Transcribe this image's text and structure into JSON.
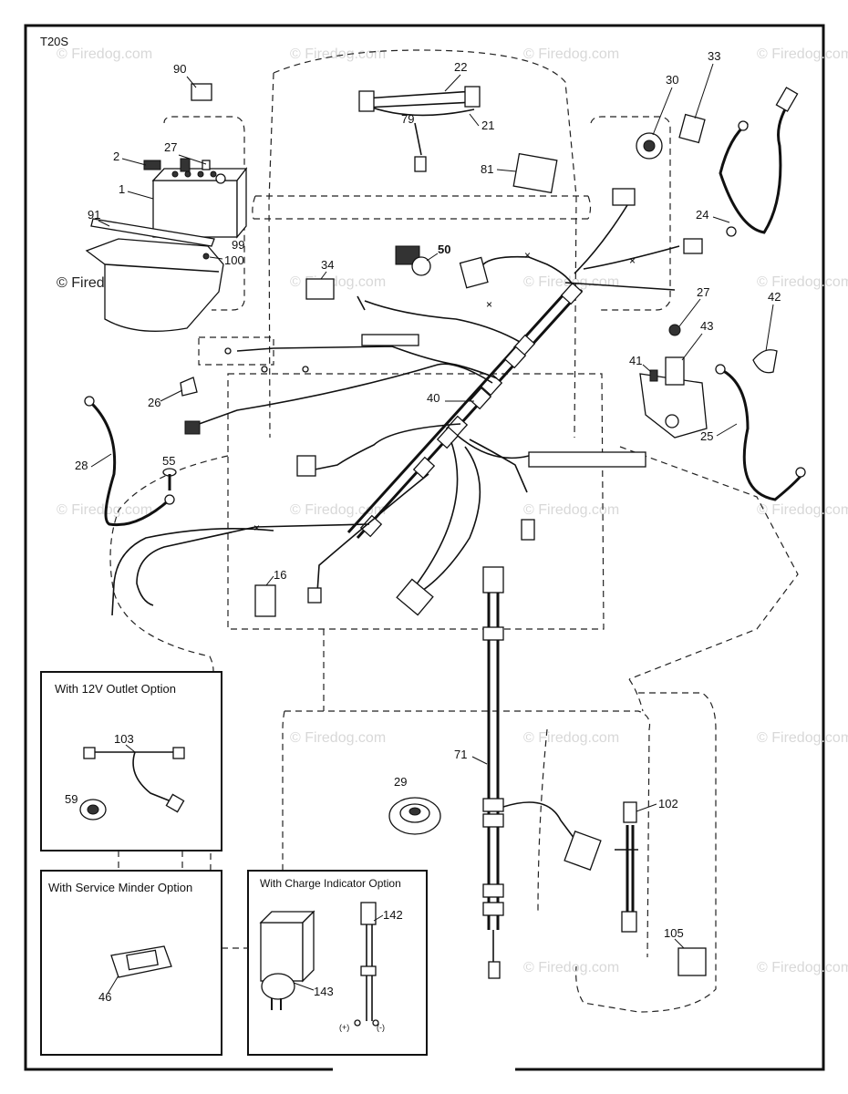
{
  "diagram_code": "T20S",
  "watermark_text": "© Firedog.com",
  "parts": [
    {
      "id": "90"
    },
    {
      "id": "22"
    },
    {
      "id": "30"
    },
    {
      "id": "33"
    },
    {
      "id": "79"
    },
    {
      "id": "21"
    },
    {
      "id": "2"
    },
    {
      "id": "27a",
      "label": "27"
    },
    {
      "id": "1"
    },
    {
      "id": "81"
    },
    {
      "id": "91"
    },
    {
      "id": "99"
    },
    {
      "id": "100"
    },
    {
      "id": "24"
    },
    {
      "id": "34"
    },
    {
      "id": "50"
    },
    {
      "id": "42"
    },
    {
      "id": "27b",
      "label": "27"
    },
    {
      "id": "43"
    },
    {
      "id": "41"
    },
    {
      "id": "26"
    },
    {
      "id": "40"
    },
    {
      "id": "25"
    },
    {
      "id": "28"
    },
    {
      "id": "55"
    },
    {
      "id": "16"
    },
    {
      "id": "71"
    },
    {
      "id": "29"
    },
    {
      "id": "102"
    },
    {
      "id": "105"
    }
  ],
  "option_boxes": {
    "outlet": {
      "title": "With 12V Outlet Option",
      "parts": [
        "103",
        "59"
      ]
    },
    "service_minder": {
      "title": "With Service Minder Option",
      "parts": [
        "46"
      ]
    },
    "charge_indicator": {
      "title": "With Charge Indicator Option",
      "parts": [
        "142",
        "143"
      ],
      "polarity_pos": "(+)",
      "polarity_neg": "(-)"
    }
  }
}
